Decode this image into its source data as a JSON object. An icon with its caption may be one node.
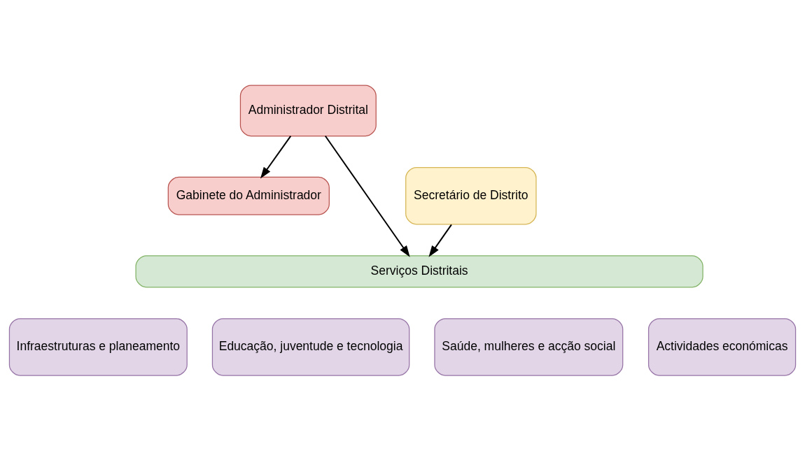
{
  "diagram": {
    "nodes": [
      {
        "text": [
          "Administrador Distrital"
        ]
      },
      {
        "text": [
          "Gabinete do Administrador"
        ]
      },
      {
        "text": [
          "Secretário de Distrito"
        ]
      },
      {
        "text": [
          "Serviços Distritais"
        ]
      },
      {
        "text": [
          "Infraestruturas e planeamento"
        ]
      },
      {
        "text": [
          "Educação, juventude e tecnologia"
        ]
      },
      {
        "text": [
          "Saúde, mulheres e acção social"
        ]
      },
      {
        "text": [
          "Actividades económicas"
        ]
      }
    ],
    "edges": [
      {
        "from": 0,
        "to": 1,
        "arrow": "to"
      },
      {
        "from": 0,
        "to": 3,
        "arrow": "to"
      },
      {
        "from": 2,
        "to": 3,
        "arrow": "to"
      }
    ]
  }
}
